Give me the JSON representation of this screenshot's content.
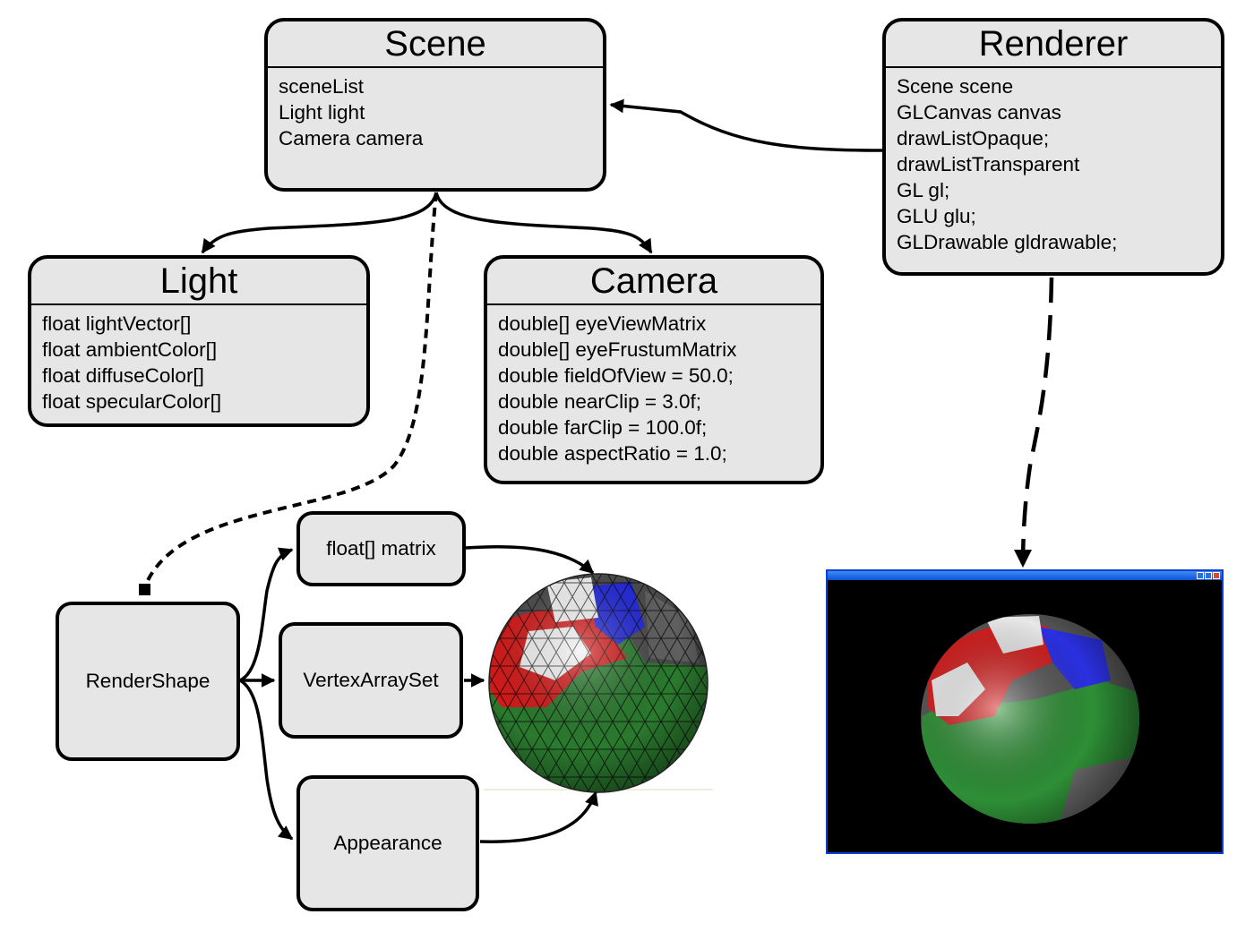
{
  "scene": {
    "title": "Scene",
    "fields": [
      "sceneList",
      "Light light",
      "Camera camera"
    ]
  },
  "renderer": {
    "title": "Renderer",
    "fields": [
      "Scene scene",
      "GLCanvas canvas",
      "drawListOpaque;",
      "drawListTransparent",
      "GL gl;",
      "GLU glu;",
      "GLDrawable gldrawable;"
    ]
  },
  "light": {
    "title": "Light",
    "fields": [
      "float lightVector[]",
      "float ambientColor[]",
      "float diffuseColor[]",
      "float specularColor[]"
    ]
  },
  "camera": {
    "title": "Camera",
    "fields": [
      "double[] eyeViewMatrix",
      "double[] eyeFrustumMatrix",
      "double fieldOfView = 50.0;",
      "double nearClip = 3.0f;",
      "double farClip = 100.0f;",
      "double aspectRatio = 1.0;"
    ]
  },
  "render_shape": {
    "label": "RenderShape"
  },
  "matrix": {
    "label": "float[] matrix"
  },
  "vertex_array_set": {
    "label": "VertexArraySet"
  },
  "appearance": {
    "label": "Appearance"
  },
  "colors": {
    "box_fill": "#e6e6e6",
    "line": "#000000",
    "sphere_red": "#e01b1b",
    "sphere_green": "#1f9a2a",
    "sphere_blue": "#1a24e6",
    "window_border": "#0b3fd6"
  }
}
